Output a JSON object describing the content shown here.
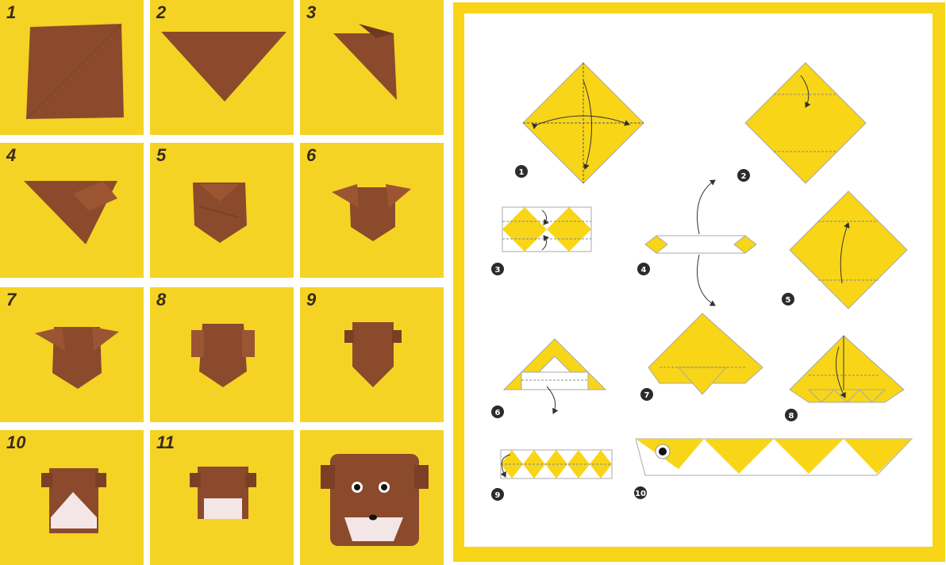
{
  "photo_panel": {
    "steps": [
      {
        "label": "1"
      },
      {
        "label": "2"
      },
      {
        "label": "3"
      },
      {
        "label": "4"
      },
      {
        "label": "5"
      },
      {
        "label": "6"
      },
      {
        "label": "7"
      },
      {
        "label": "8"
      },
      {
        "label": "9"
      },
      {
        "label": "10"
      },
      {
        "label": "11"
      },
      {
        "label": ""
      }
    ]
  },
  "diagram_panel": {
    "step_badges": [
      "1",
      "2",
      "3",
      "4",
      "5",
      "6",
      "7",
      "8",
      "9",
      "10"
    ]
  },
  "colors": {
    "background_yellow": "#f5d324",
    "paper_brown": "#8b4a2b",
    "paper_white": "#f4e6e6",
    "diagram_yellow": "#f8d517",
    "badge_dark": "#2b2b2b"
  }
}
